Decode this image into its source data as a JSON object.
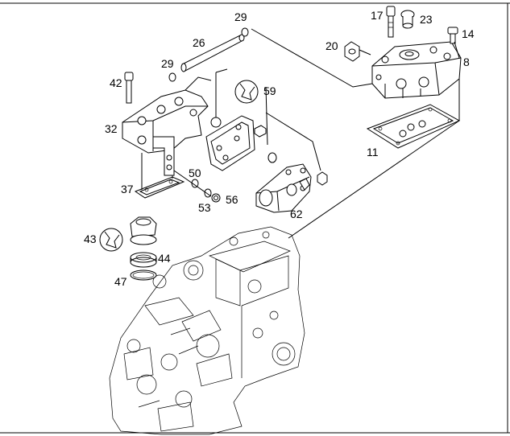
{
  "diagram": {
    "labels": {
      "p29a": "29",
      "p26": "26",
      "p29b": "29",
      "p42": "42",
      "p32": "32",
      "p59": "59",
      "p17": "17",
      "p23": "23",
      "p14": "14",
      "p20": "20",
      "p8": "8",
      "p11": "11",
      "p37": "37",
      "p50": "50",
      "p53": "53",
      "p56": "56",
      "p62": "62",
      "p43": "43",
      "p44": "44",
      "p47": "47"
    }
  }
}
